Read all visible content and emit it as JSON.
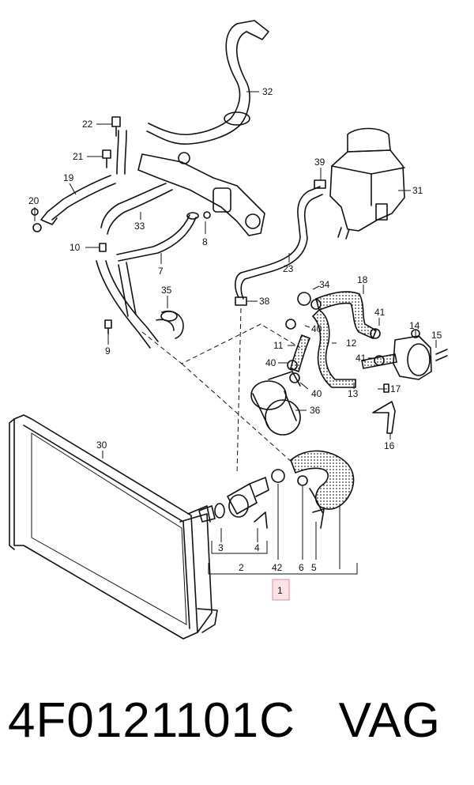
{
  "callouts": [
    {
      "id": "c32",
      "text": "32"
    },
    {
      "id": "c22",
      "text": "22"
    },
    {
      "id": "c21",
      "text": "21"
    },
    {
      "id": "c19",
      "text": "19"
    },
    {
      "id": "c20",
      "text": "20"
    },
    {
      "id": "c33",
      "text": "33"
    },
    {
      "id": "c8",
      "text": "8"
    },
    {
      "id": "c10",
      "text": "10"
    },
    {
      "id": "c7",
      "text": "7"
    },
    {
      "id": "c35",
      "text": "35"
    },
    {
      "id": "c9",
      "text": "9"
    },
    {
      "id": "c39",
      "text": "39"
    },
    {
      "id": "c31",
      "text": "31"
    },
    {
      "id": "c23",
      "text": "23"
    },
    {
      "id": "c38",
      "text": "38"
    },
    {
      "id": "c34",
      "text": "34"
    },
    {
      "id": "c18",
      "text": "18"
    },
    {
      "id": "c40a",
      "text": "40"
    },
    {
      "id": "c41a",
      "text": "41"
    },
    {
      "id": "c14",
      "text": "14"
    },
    {
      "id": "c15",
      "text": "15"
    },
    {
      "id": "c11",
      "text": "11"
    },
    {
      "id": "c12",
      "text": "12"
    },
    {
      "id": "c40b",
      "text": "40"
    },
    {
      "id": "c41b",
      "text": "41"
    },
    {
      "id": "c40c",
      "text": "40"
    },
    {
      "id": "c13",
      "text": "13"
    },
    {
      "id": "c17",
      "text": "17"
    },
    {
      "id": "c36",
      "text": "36"
    },
    {
      "id": "c16",
      "text": "16"
    },
    {
      "id": "c30",
      "text": "30"
    },
    {
      "id": "c3",
      "text": "3"
    },
    {
      "id": "c4",
      "text": "4"
    },
    {
      "id": "c2",
      "text": "2"
    },
    {
      "id": "c42",
      "text": "42"
    },
    {
      "id": "c6",
      "text": "6"
    },
    {
      "id": "c5",
      "text": "5"
    },
    {
      "id": "c1",
      "text": "1"
    }
  ],
  "caption": {
    "part_number": "4F0121101C",
    "brand": "VAG"
  },
  "colors": {
    "line": "#111111",
    "highlight_fill": "#fde2e6",
    "highlight_stroke": "#e58a9a"
  }
}
